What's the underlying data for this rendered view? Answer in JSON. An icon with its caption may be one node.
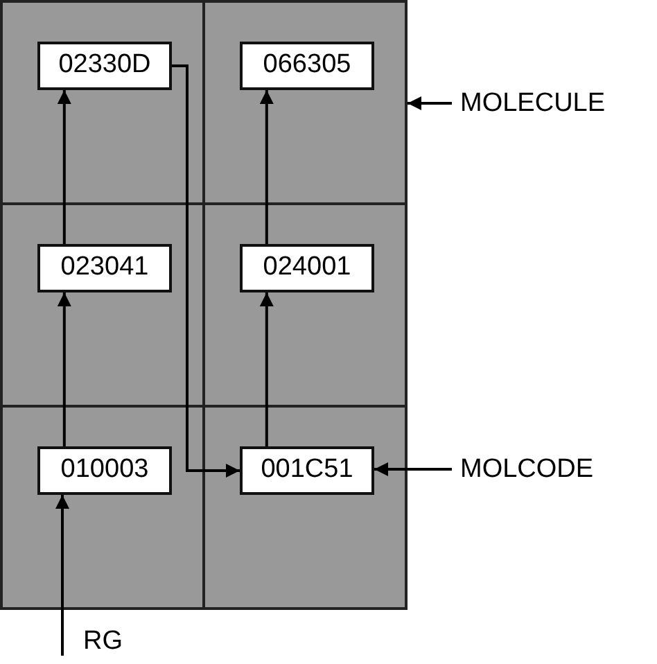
{
  "diagram": {
    "nodes": [
      {
        "text": [],
        "shape": "box"
      },
      {
        "text": [
          "02330D"
        ],
        "in": 0
      },
      {
        "text": [],
        "shape": "box"
      },
      {
        "text": [
          "066305"
        ],
        "in": 2
      },
      {
        "text": [],
        "shape": "box"
      },
      {
        "text": [
          "023041"
        ],
        "in": 4
      },
      {
        "text": [],
        "shape": "box"
      },
      {
        "text": [
          "024001"
        ],
        "in": 6
      },
      {
        "text": [],
        "shape": "box"
      },
      {
        "text": [
          "010003"
        ],
        "in": 8
      },
      {
        "text": [],
        "shape": "box"
      },
      {
        "text": [
          "001C51"
        ],
        "in": 10
      },
      {
        "text": [
          "MOLECULE"
        ]
      },
      {
        "text": [
          "MOLCODE"
        ]
      },
      {
        "text": [
          "RG"
        ]
      }
    ],
    "edges": [
      {
        "from": 9,
        "to": 5,
        "arrow": "to"
      },
      {
        "from": 5,
        "to": 1,
        "arrow": "to"
      },
      {
        "from": 1,
        "to": 11,
        "arrow": "to"
      },
      {
        "from": 11,
        "to": 7,
        "arrow": "to"
      },
      {
        "from": 7,
        "to": 3,
        "arrow": "to"
      },
      {
        "from": 13,
        "to": 11,
        "arrow": "to"
      },
      {
        "from": 12,
        "to": 2,
        "arrow": "to"
      },
      {
        "from": 14,
        "to": 9,
        "arrow": "to"
      }
    ]
  }
}
